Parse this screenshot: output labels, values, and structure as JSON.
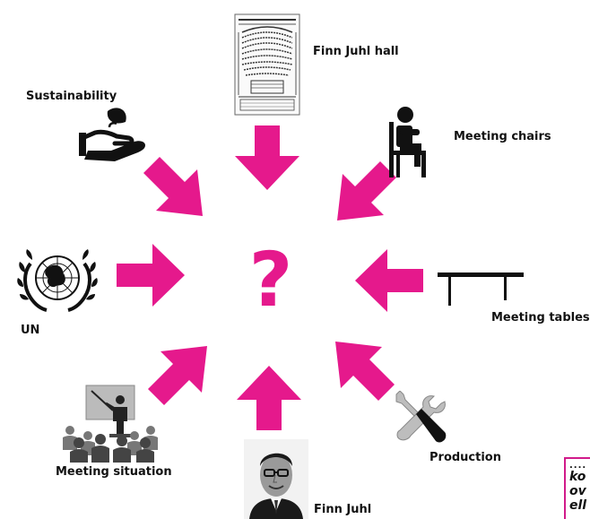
{
  "colors": {
    "arrow": "#e5198c",
    "text": "#111111"
  },
  "center": {
    "symbol": "?"
  },
  "nodes": {
    "finn_juhl_hall": {
      "label": "Finn Juhl hall",
      "icon": "auditorium-floorplan-icon"
    },
    "sustainability": {
      "label": "Sustainability",
      "icon": "hand-with-leaf-icon"
    },
    "meeting_chairs": {
      "label": "Meeting chairs",
      "icon": "person-seated-in-chair-icon"
    },
    "un": {
      "label": "UN",
      "icon": "un-emblem-icon"
    },
    "meeting_tables": {
      "label": "Meeting tables",
      "icon": "table-icon"
    },
    "meeting_situation": {
      "label": "Meeting situation",
      "icon": "presentation-audience-icon"
    },
    "production": {
      "label": "Production",
      "icon": "wrench-and-screwdriver-icon"
    },
    "finn_juhl": {
      "label": "Finn Juhl",
      "icon": "finn-juhl-portrait"
    }
  },
  "corner_note": {
    "dots": "....",
    "lines": [
      "ko",
      "ov",
      "ell"
    ]
  }
}
